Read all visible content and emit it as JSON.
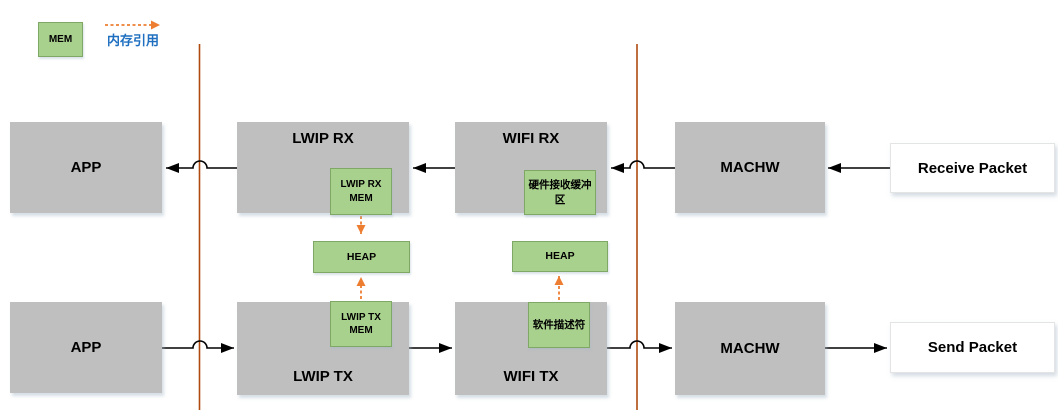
{
  "legend": {
    "mem_label": "MEM",
    "arrow_label": "内存引用"
  },
  "receive_flow": {
    "app": "APP",
    "lwip_rx": "LWIP RX",
    "wifi_rx": "WIFI RX",
    "machw": "MACHW",
    "packet": "Receive Packet",
    "lwip_rx_mem": "LWIP RX MEM",
    "hw_rx_buffer": "硬件接收缓冲区",
    "heap": "HEAP"
  },
  "send_flow": {
    "app": "APP",
    "lwip_tx": "LWIP TX",
    "wifi_tx": "WIFI TX",
    "machw": "MACHW",
    "packet": "Send Packet",
    "lwip_tx_mem": "LWIP TX MEM",
    "sw_descriptor": "软件描述符",
    "heap": "HEAP"
  },
  "colors": {
    "box_gray": "#BFBFBF",
    "mem_green_fill": "#A9D18E",
    "mem_green_border": "#7FA866",
    "memory_ref_orange": "#ED7D31",
    "divider_line_brown": "#AF4A0F",
    "arrow_black": "#000000",
    "legend_label_blue": "#1F6FC0"
  }
}
